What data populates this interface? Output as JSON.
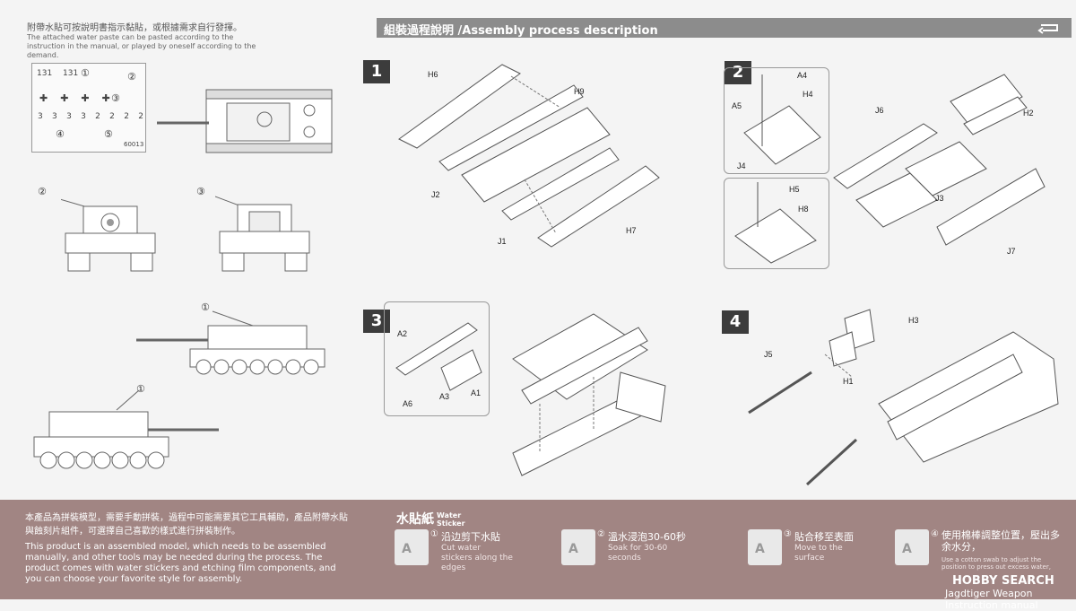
{
  "top_note": {
    "cn": "附帶水貼可按說明書指示黏貼，或根據需求自行發揮。",
    "en": "The attached water paste can be pasted according to the instruction in the manual, or played by oneself according to the demand."
  },
  "decal_sheet": {
    "row1": [
      "131",
      "131",
      "①",
      "②"
    ],
    "row2": [
      "③"
    ],
    "row3": [
      "3",
      "3",
      "3",
      "3",
      "2",
      "2",
      "2",
      "2"
    ],
    "row4": [
      "④",
      "⑤"
    ],
    "code": "60013"
  },
  "view_markers": {
    "front": "②",
    "rear": "③",
    "side_right": "①",
    "side_left": "①"
  },
  "section_title": "組裝過程說明 /Assembly process description",
  "steps": [
    {
      "num": "1",
      "labels": [
        "H6",
        "H9",
        "J2",
        "J1",
        "H7"
      ]
    },
    {
      "num": "2",
      "labels": [
        "A4",
        "H4",
        "A5",
        "J4",
        "H5",
        "H8",
        "J6",
        "H2",
        "J3",
        "J7"
      ]
    },
    {
      "num": "3",
      "labels": [
        "A2",
        "A6",
        "A3",
        "A1"
      ]
    },
    {
      "num": "4",
      "labels": [
        "H3",
        "J5",
        "H1"
      ]
    }
  ],
  "footer": {
    "cn": "本產品為拼裝模型，需要手動拼裝，過程中可能需要其它工具輔助，產品附帶水貼與蝕刻片組件，可選擇自己喜歡的樣式進行拼裝制作。",
    "en": "This product is an assembled model, which needs to be assembled manually, and other tools may be needed during the process. The product comes with water stickers and etching film components, and you can choose your favorite style for assembly.",
    "water_title_cn": "水貼紙",
    "water_title_en": "Water Sticker",
    "water_steps": [
      {
        "num": "①",
        "cn": "沿边剪下水貼",
        "en": "Cut water stickers along the edges"
      },
      {
        "num": "②",
        "cn": "溫水浸泡30-60秒",
        "en": "Soak for 30-60 seconds"
      },
      {
        "num": "③",
        "cn": "貼合移至表面",
        "en": "Move to the surface"
      },
      {
        "num": "④",
        "cn": "使用棉棒調整位置，壓出多余水分，",
        "en": "Use a cotton swab to adjust the position to press out excess water,"
      }
    ],
    "brand": "HOBBY SEARCH",
    "manual_title": "Jagdtiger Weapon Instruction manual"
  }
}
